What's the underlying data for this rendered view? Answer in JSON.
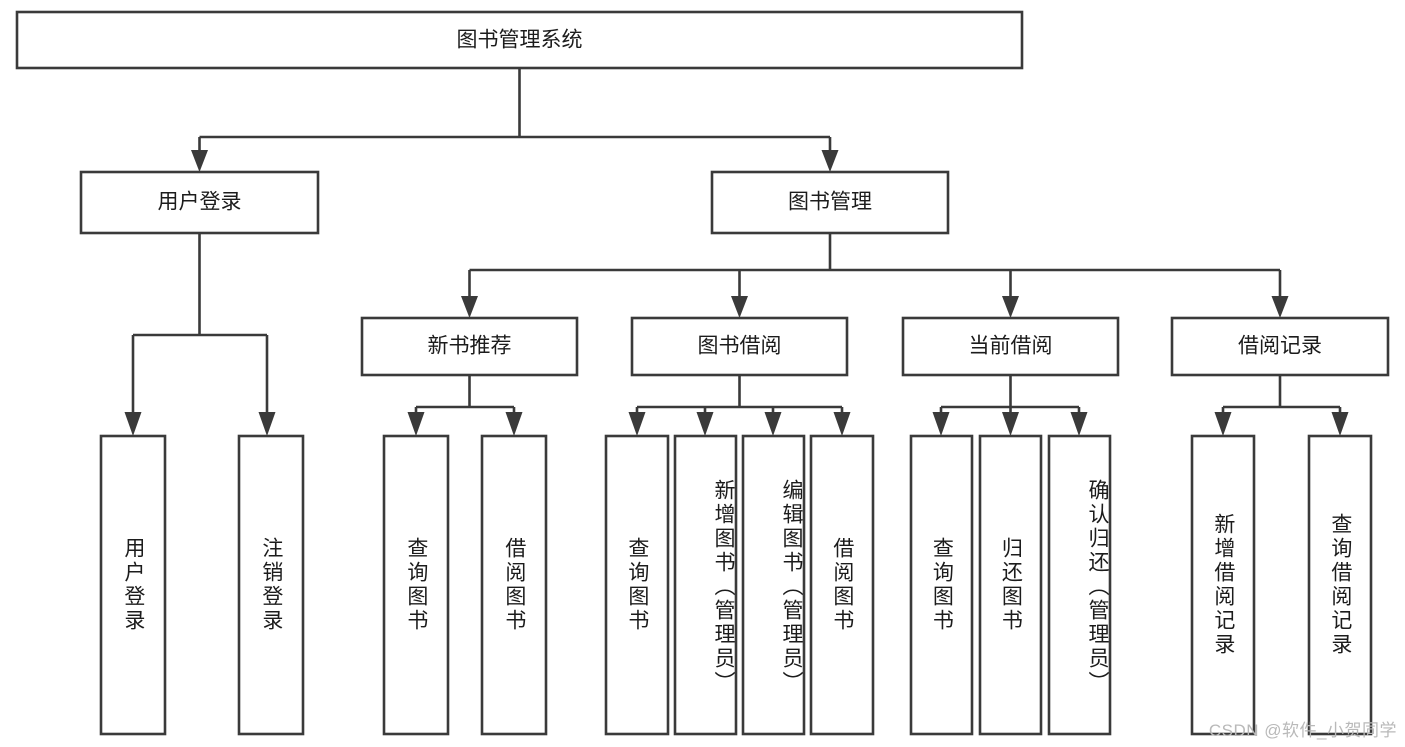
{
  "diagram": {
    "title": "图书管理系统",
    "type": "hierarchy-tree",
    "orientation": "top-down",
    "colors": {
      "box_stroke": "#3a3a3a",
      "box_fill": "#ffffff",
      "connector": "#3a3a3a",
      "label_text": "#1c1c1c",
      "watermark_text": "#b9b9b9",
      "background": "#ffffff"
    },
    "levels": {
      "root": {
        "label": "图书管理系统"
      },
      "level2": [
        {
          "label": "用户登录"
        },
        {
          "label": "图书管理"
        }
      ],
      "level3": [
        {
          "label": "新书推荐"
        },
        {
          "label": "图书借阅"
        },
        {
          "label": "当前借阅"
        },
        {
          "label": "借阅记录"
        }
      ],
      "leaves": {
        "user_login": [
          {
            "label": "用户登录"
          },
          {
            "label": "注销登录"
          }
        ],
        "new_book_recommend": [
          {
            "label": "查询图书"
          },
          {
            "label": "借阅图书"
          }
        ],
        "book_borrow": [
          {
            "label": "查询图书"
          },
          {
            "label": "新增图书（管理员）"
          },
          {
            "label": "编辑图书（管理员）"
          },
          {
            "label": "借阅图书"
          }
        ],
        "current_borrow": [
          {
            "label": "查询图书"
          },
          {
            "label": "归还图书"
          },
          {
            "label": "确认归还（管理员）"
          }
        ],
        "borrow_record": [
          {
            "label": "新增借阅记录"
          },
          {
            "label": "查询借阅记录"
          }
        ]
      }
    }
  },
  "watermark": {
    "text": "CSDN @软件_小贺同学"
  }
}
